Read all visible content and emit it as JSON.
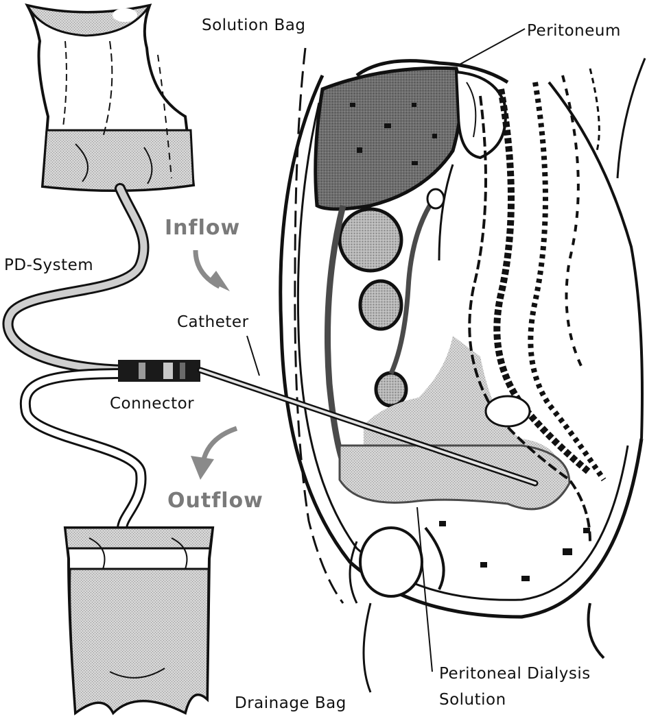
{
  "labels": {
    "solution_bag": "Solution Bag",
    "peritoneum": "Peritoneum",
    "inflow": "Inflow",
    "pd_system": "PD-System",
    "catheter": "Catheter",
    "connector": "Connector",
    "outflow": "Outflow",
    "dialysis_solution_line1": "Peritoneal Dialysis",
    "dialysis_solution_line2": "Solution",
    "drainage_bag": "Drainage Bag"
  },
  "colors": {
    "ink": "#111111",
    "fluid": "#c8c8c8",
    "organ_dark": "#6e6e6e",
    "organ_mid": "#a9a9a9",
    "flow_text": "#7a7a7a",
    "connector": "#1a1a1a"
  }
}
